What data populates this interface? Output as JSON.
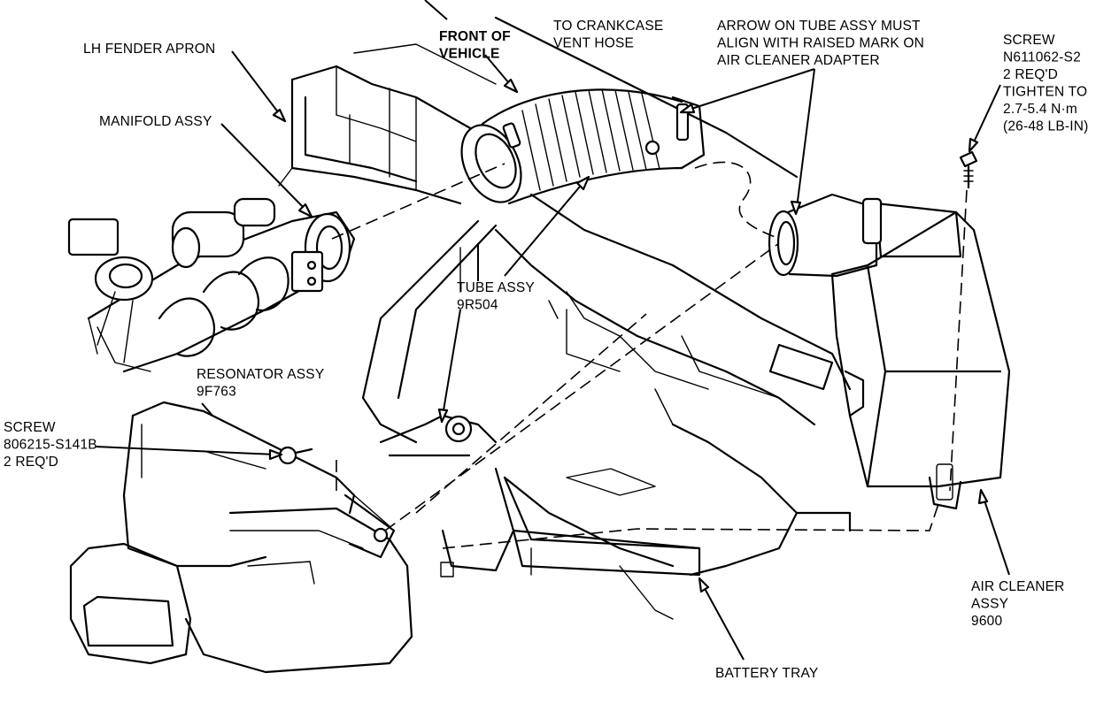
{
  "labels": {
    "front_of_vehicle": [
      "FRONT OF",
      "VEHICLE"
    ],
    "lh_fender_apron": [
      "LH FENDER APRON"
    ],
    "to_crankcase": [
      "TO CRANKCASE",
      "VENT HOSE"
    ],
    "arrow_on_tube": [
      "ARROW ON TUBE ASSY MUST",
      "ALIGN WITH RAISED MARK ON",
      "AIR CLEANER ADAPTER"
    ],
    "screw_right": [
      "SCREW",
      "N611062-S2",
      "2 REQ'D",
      "TIGHTEN TO",
      "2.7-5.4 N·m",
      "(26-48 LB-IN)"
    ],
    "manifold_assy": [
      "MANIFOLD ASSY"
    ],
    "tube_assy": [
      "TUBE ASSY",
      "9R504"
    ],
    "resonator_assy": [
      "RESONATOR ASSY",
      "9F763"
    ],
    "screw_left": [
      "SCREW",
      "806215-S141B",
      "2 REQ'D"
    ],
    "air_cleaner_assy": [
      "AIR CLEANER",
      "ASSY",
      "9600"
    ],
    "battery_tray": [
      "BATTERY TRAY"
    ]
  }
}
